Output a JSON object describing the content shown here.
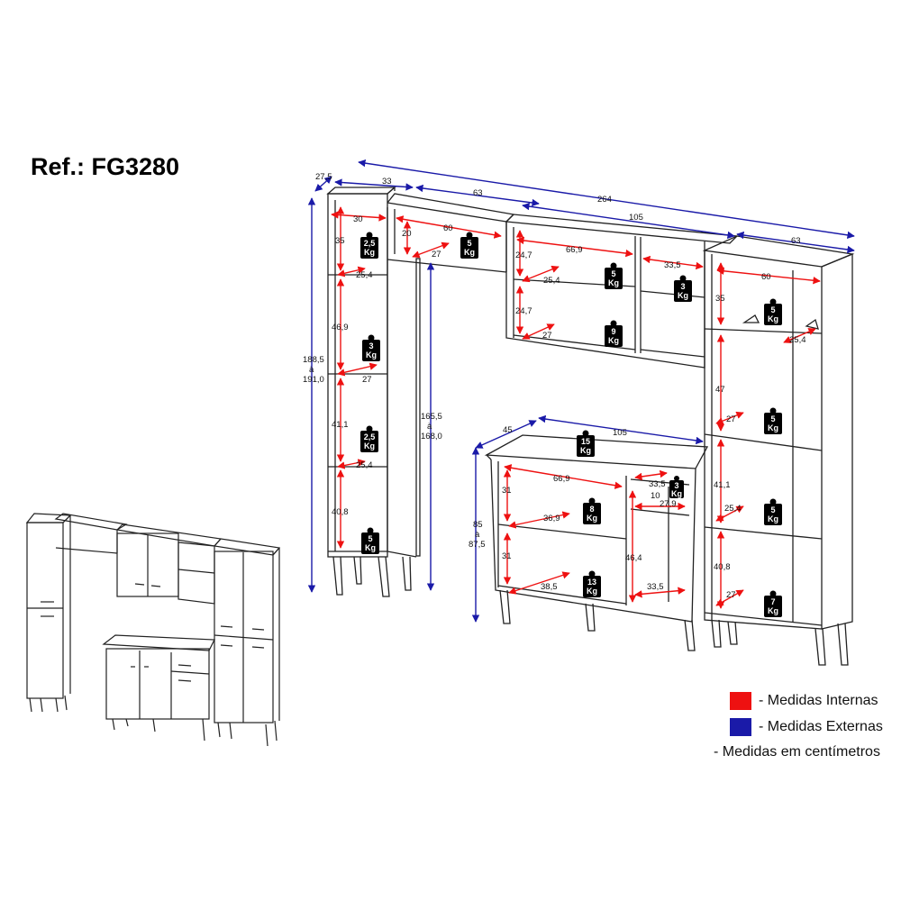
{
  "title": "Ref.: FG3280",
  "colors": {
    "internal": "#ee1111",
    "external": "#1a1aa8",
    "lines": "#222222"
  },
  "external_dimensions": {
    "depth": "27,5",
    "column_width": "33",
    "bridge_width": "63",
    "total_width": "264",
    "upper_width": "105",
    "right_width": "63",
    "height": [
      "188,5",
      "à",
      "191,0"
    ],
    "bridge_height": [
      "165,5",
      "à",
      "168,0"
    ],
    "base_depth": "45",
    "base_width": "105",
    "base_height": [
      "85",
      "à",
      "87,5"
    ]
  },
  "internal_dimensions": {
    "left": [
      "30",
      "35",
      "25,4",
      "46,9",
      "27",
      "41,1",
      "25,4",
      "40,8"
    ],
    "bridge": [
      "60",
      "20",
      "27"
    ],
    "upper": [
      "66,9",
      "24,7",
      "25,4",
      "24,7",
      "27",
      "33,5"
    ],
    "right": [
      "60",
      "35",
      "25,4",
      "47",
      "27",
      "41,1",
      "25,4",
      "40,8",
      "27"
    ],
    "base": [
      "66,9",
      "31",
      "36,9",
      "31",
      "38,5",
      "33,5",
      "10",
      "27,9",
      "46,4",
      "33,5"
    ]
  },
  "weights": {
    "left": [
      [
        "2,5",
        "Kg"
      ],
      [
        "3",
        "Kg"
      ],
      [
        "2,5",
        "Kg"
      ],
      [
        "5",
        "Kg"
      ]
    ],
    "bridge": [
      [
        "5",
        "Kg"
      ]
    ],
    "upper": [
      [
        "5",
        "Kg"
      ],
      [
        "3",
        "Kg"
      ],
      [
        "9",
        "Kg"
      ]
    ],
    "right": [
      [
        "5",
        "Kg"
      ],
      [
        "5",
        "Kg"
      ],
      [
        "5",
        "Kg"
      ],
      [
        "7",
        "Kg"
      ]
    ],
    "base": [
      [
        "15",
        "Kg"
      ],
      [
        "3",
        "Kg"
      ],
      [
        "8",
        "Kg"
      ],
      [
        "13",
        "Kg"
      ]
    ]
  },
  "legend": {
    "internal": "- Medidas Internas",
    "external": "- Medidas Externas",
    "units": "- Medidas em centímetros"
  }
}
